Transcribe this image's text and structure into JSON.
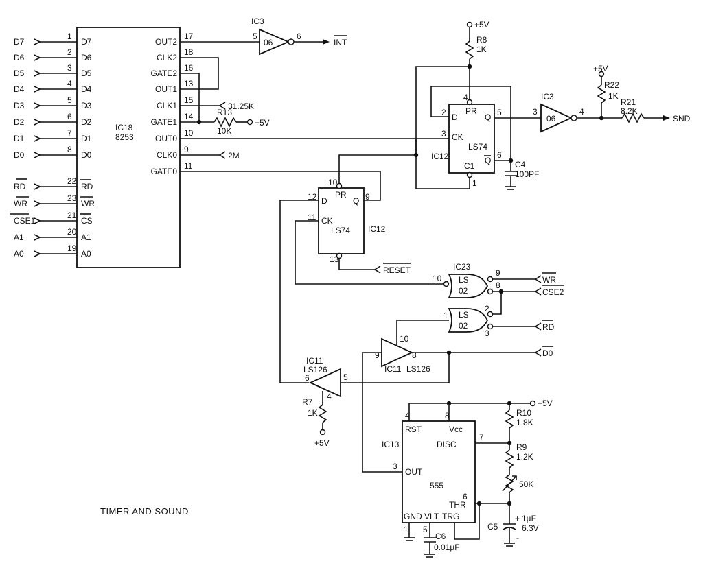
{
  "title": "TIMER AND SOUND",
  "ic18": {
    "ref": "IC18",
    "part": "8253",
    "left_pins": [
      {
        "signal": "D7",
        "pin": "1",
        "label": "D7"
      },
      {
        "signal": "D6",
        "pin": "2",
        "label": "D6"
      },
      {
        "signal": "D5",
        "pin": "3",
        "label": "D5"
      },
      {
        "signal": "D4",
        "pin": "4",
        "label": "D4"
      },
      {
        "signal": "D3",
        "pin": "5",
        "label": "D3"
      },
      {
        "signal": "D2",
        "pin": "6",
        "label": "D2"
      },
      {
        "signal": "D1",
        "pin": "7",
        "label": "D1"
      },
      {
        "signal": "D0",
        "pin": "8",
        "label": "D0"
      },
      {
        "signal": "RD",
        "pin": "22",
        "label": "RD"
      },
      {
        "signal": "WR",
        "pin": "23",
        "label": "WR"
      },
      {
        "signal": "CSE1",
        "pin": "21",
        "label": "CS"
      },
      {
        "signal": "A1",
        "pin": "20",
        "label": "A1"
      },
      {
        "signal": "A0",
        "pin": "19",
        "label": "A0"
      }
    ],
    "right_pins": [
      {
        "label": "OUT2",
        "pin": "17"
      },
      {
        "label": "CLK2",
        "pin": "18"
      },
      {
        "label": "GATE2",
        "pin": "16"
      },
      {
        "label": "OUT1",
        "pin": "13"
      },
      {
        "label": "CLK1",
        "pin": "15"
      },
      {
        "label": "GATE1",
        "pin": "14"
      },
      {
        "label": "OUT0",
        "pin": "10"
      },
      {
        "label": "CLK0",
        "pin": "9"
      },
      {
        "label": "GATE0",
        "pin": "11"
      }
    ],
    "clk1_input": "31.25K",
    "clk0_input": "2M"
  },
  "r13": {
    "ref": "R13",
    "value": "10K"
  },
  "ic3_top": {
    "ref": "IC3",
    "part": "06",
    "pin_in": "5",
    "pin_out": "6",
    "output": "INT"
  },
  "ic3_right": {
    "ref": "IC3",
    "part": "06",
    "pin_in": "3",
    "pin_out": "4"
  },
  "r8": {
    "ref": "R8",
    "value": "1K"
  },
  "ic12_right": {
    "ref": "IC12",
    "part": "LS74",
    "labels": {
      "d": "D",
      "ck": "CK",
      "pr": "PR",
      "q": "Q",
      "qbar": "Q",
      "cl": "C1"
    },
    "pins": {
      "d": "2",
      "ck": "3",
      "pr": "4",
      "q": "5",
      "qbar": "6",
      "cl": "1"
    }
  },
  "c4": {
    "ref": "C4",
    "value": "100PF"
  },
  "r22": {
    "ref": "R22",
    "value": "1K"
  },
  "r21": {
    "ref": "R21",
    "value": "8.2K"
  },
  "snd": "SND",
  "supply": "+5V",
  "ic12_mid": {
    "ref": "IC12",
    "part": "LS74",
    "labels": {
      "d": "D",
      "ck": "CK",
      "pr": "PR",
      "q": "Q"
    },
    "pins": {
      "pr": "10",
      "q": "9",
      "d": "12",
      "ck": "11",
      "cl": "13"
    },
    "reset": "RESET"
  },
  "ic23_top": {
    "ref": "IC23",
    "line1": "LS",
    "line2": "02",
    "pin_out": "10",
    "pin_a": "9",
    "pin_b": "8",
    "in_a": "WR",
    "in_b": "CSE2"
  },
  "ic23_bot": {
    "line1": "LS",
    "line2": "02",
    "pin_out": "1",
    "pin_a": "2",
    "pin_b": "3",
    "in_b": "RD"
  },
  "ic11_right": {
    "ref": "IC11",
    "part": "LS126",
    "pin_in": "9",
    "pin_out": "8",
    "pin_en": "10",
    "output": "D0"
  },
  "ic11_left": {
    "ref": "IC11",
    "part": "LS126",
    "pin_in": "5",
    "pin_out": "6",
    "pin_en": "4"
  },
  "r7": {
    "ref": "R7",
    "value": "1K"
  },
  "ic13": {
    "ref": "IC13",
    "part": "555",
    "pins": {
      "rst": "4",
      "vcc": "8",
      "disc": "7",
      "out": "3",
      "thr": "6",
      "gnd": "1",
      "vlt": "5"
    },
    "labels": {
      "rst": "RST",
      "vcc": "Vcc",
      "disc": "DISC",
      "out": "OUT",
      "thr": "THR",
      "gnd": "GND",
      "vlt": "VLT",
      "trg": "TRG"
    }
  },
  "r10": {
    "ref": "R10",
    "value": "1.8K"
  },
  "r9": {
    "ref": "R9",
    "value": "1.2K"
  },
  "pot": {
    "value": "50K"
  },
  "c5": {
    "ref": "C5",
    "value": "1µF",
    "voltage": "6.3V",
    "plus": "+",
    "minus": "-"
  },
  "c6": {
    "ref": "C6",
    "value": "0.01µF"
  }
}
